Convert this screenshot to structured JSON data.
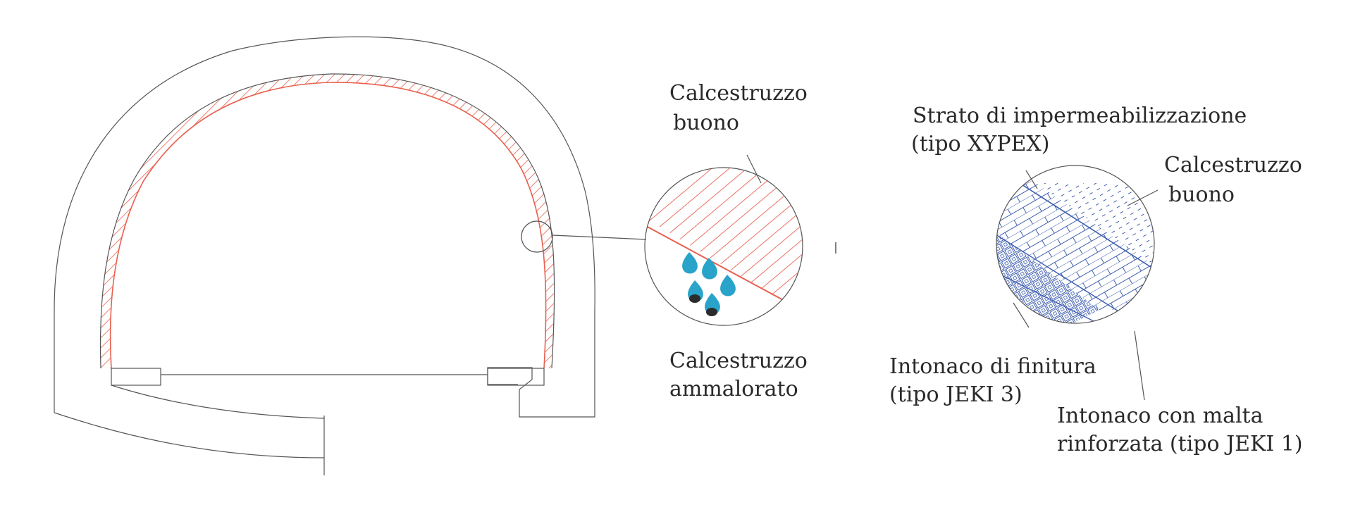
{
  "colors": {
    "line": "#555555",
    "hatch_red": "#e8604f",
    "layer_blue": "#3f5fb0",
    "water_drop": "#29a3c9",
    "dark_drop": "#2b2b2b"
  },
  "detail_left": {
    "label_good_1": "Calcestruzzo",
    "label_good_2": "buono",
    "label_bad_1": "Calcestruzzo",
    "label_bad_2": "ammalorato"
  },
  "detail_right": {
    "label_waterproof_1": "Strato di impermeabilizzazione",
    "label_waterproof_2": "(tipo XYPEX)",
    "label_good_1": "Calcestruzzo",
    "label_good_2": "buono",
    "label_finish_1": "Intonaco di finitura",
    "label_finish_2": "(tipo JEKI 3)",
    "label_mortar_1": "Intonaco con malta",
    "label_mortar_2": "rinforzata (tipo JEKI 1)"
  },
  "icons": [
    "water-drop-icon",
    "water-drop-icon",
    "water-drop-icon",
    "water-drop-icon",
    "water-drop-icon"
  ]
}
